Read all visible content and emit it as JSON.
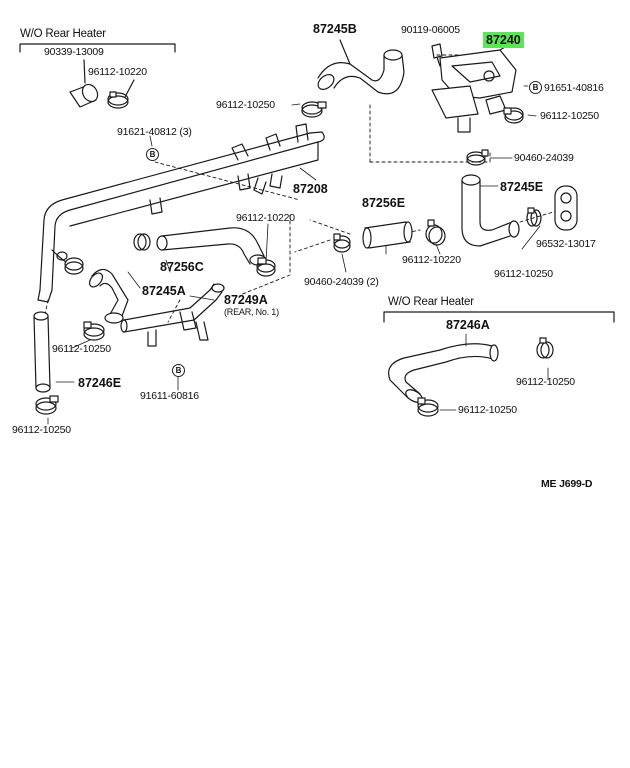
{
  "diagram": {
    "code": "ME J699-D",
    "sections": {
      "left_header": "W/O Rear Heater",
      "right_header": "W/O Rear Heater"
    },
    "part_numbers": {
      "p90339_13009": "90339-13009",
      "p96112_10220_a": "96112-10220",
      "p96112_10250_a": "96112-10250",
      "p91621_40812": "91621-40812 (3)",
      "p87245B": "87245B",
      "p90119_06005": "90119-06005",
      "p87240": "87240",
      "p91651_40816": "91651-40816",
      "p96112_10250_b": "96112-10250",
      "p90460_24039_a": "90460-24039",
      "p87208": "87208",
      "p87245E": "87245E",
      "p87256E": "87256E",
      "p96112_10220_b": "96112-10220",
      "p96532_13017": "96532-13017",
      "p96112_10220_c": "96112-10220",
      "p96112_10250_c": "96112-10250",
      "p87256C": "87256C",
      "p90460_24039_b": "90460-24039 (2)",
      "p87245A": "87245A",
      "p87249A": "87249A",
      "p87249A_note": "(REAR, No. 1)",
      "p96112_10250_d": "96112-10250",
      "p87246E": "87246E",
      "p91611_60816": "91611-60816",
      "p96112_10250_e": "96112-10250",
      "p87246A": "87246A",
      "p96112_10250_f": "96112-10250",
      "p96112_10250_g": "96112-10250"
    },
    "bolt_marker": "B",
    "colors": {
      "highlight": "#5fe35a",
      "ink": "#111111"
    }
  }
}
